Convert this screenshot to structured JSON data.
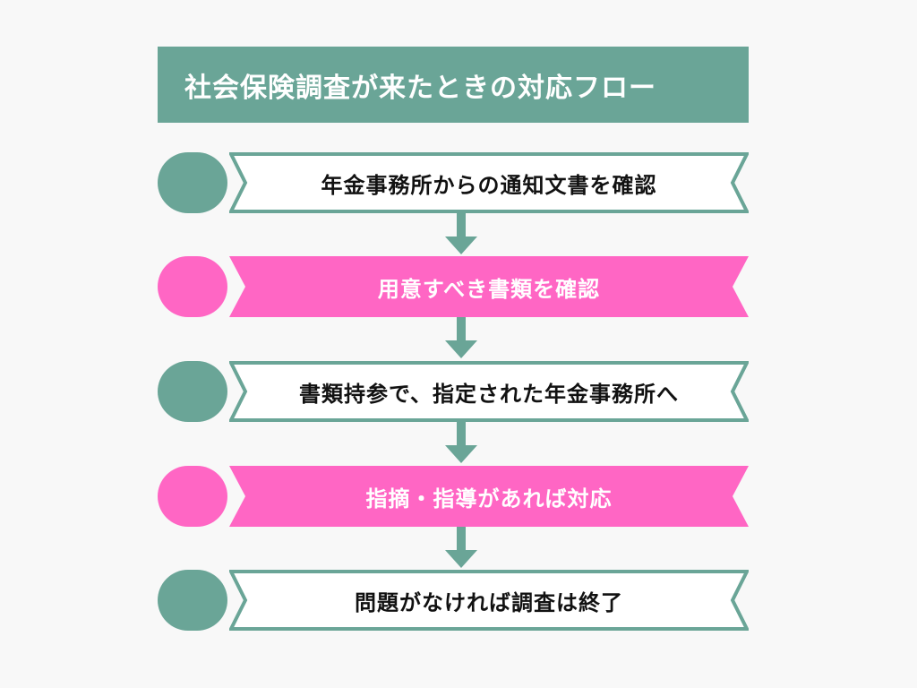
{
  "title": "社会保険調査が来たときの対応フロー",
  "colors": {
    "teal": "#6aa597",
    "pink": "#ff66c4",
    "white": "#ffffff",
    "background": "#f8f8f8"
  },
  "steps": [
    {
      "label": "年金事務所からの通知文書を確認",
      "style": "outline",
      "color": "teal"
    },
    {
      "label": "用意すべき書類を確認",
      "style": "filled",
      "color": "pink"
    },
    {
      "label": "書類持参で、指定された年金事務所へ",
      "style": "outline",
      "color": "teal"
    },
    {
      "label": "指摘・指導があれば対応",
      "style": "filled",
      "color": "pink"
    },
    {
      "label": "問題がなければ調査は終了",
      "style": "outline",
      "color": "teal"
    }
  ]
}
